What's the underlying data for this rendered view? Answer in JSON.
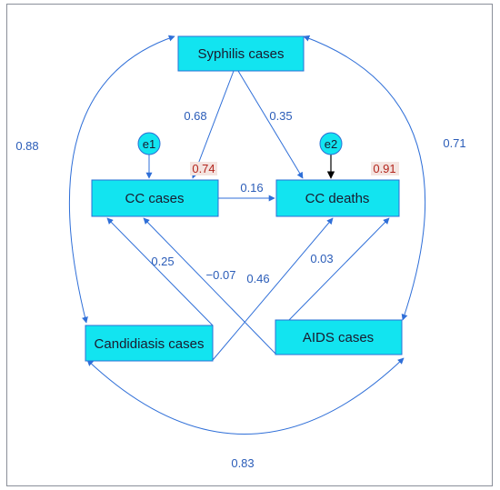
{
  "nodes": {
    "syphilis": "Syphilis cases",
    "cc_cases": "CC cases",
    "cc_deaths": "CC deaths",
    "candidiasis": "Candidiasis cases",
    "aids": "AIDS cases"
  },
  "errors": {
    "e1": "e1",
    "e2": "e2"
  },
  "r_squared": {
    "cc_cases": "0.74",
    "cc_deaths": "0.91"
  },
  "coefficients": {
    "syphilis_to_cc_cases": "0.68",
    "syphilis_to_cc_deaths": "0.35",
    "cc_cases_to_cc_deaths": "0.16",
    "candidiasis_to_cc_cases": "0.25",
    "aids_to_cc_cases": "−0.07",
    "candidiasis_to_cc_deaths": "0.46",
    "aids_to_cc_deaths": "0.03",
    "syphilis_candidiasis_cov": "0.88",
    "syphilis_aids_cov": "0.71",
    "candidiasis_aids_cov": "0.83"
  },
  "colors": {
    "node_fill": "#12e4f0",
    "edge": "#2f6fd8",
    "coefficient_text": "#2a5cb8",
    "r_squared_text": "#b3261e"
  }
}
